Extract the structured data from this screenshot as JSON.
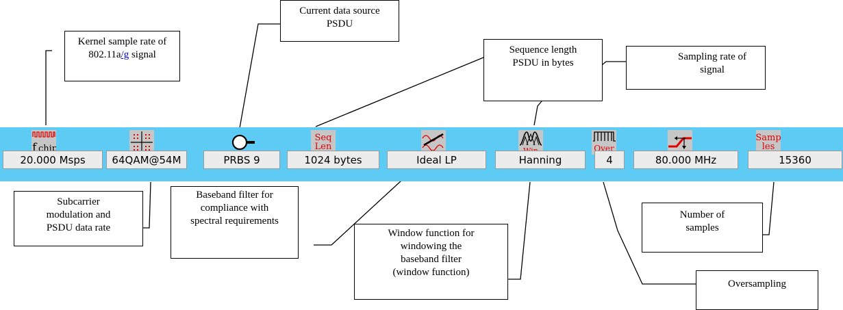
{
  "callouts": {
    "kernel_rate": {
      "text": "Kernel sample rate of\n802.11a",
      "link": "/g",
      "suffix": " signal"
    },
    "data_source": "Current data source\nPSDU",
    "seq_length": "Sequence length\nPSDU in bytes",
    "sampling_rate": "Sampling rate of\nsignal",
    "subcarrier": "Subcarrier\nmodulation and\nPSDU data rate",
    "baseband_filter": "Baseband filter for\ncompliance with\nspectral requirements",
    "window_function": "Window function for\nwindowing the\nbaseband filter\n(window function)",
    "num_samples": "Number of\nsamples",
    "oversampling": "Oversampling"
  },
  "toolbar": {
    "icons": {
      "fchip_main": "f",
      "fchip_sub": "chip",
      "seq_len": "Seq\nLen",
      "win": "Win",
      "over": "Over",
      "samples": "Samp\nles"
    },
    "fields": {
      "chip_rate": "20.000 Msps",
      "modulation": "64QAM@54M",
      "data_source": "PRBS 9",
      "seq_len": "1024 bytes",
      "filter": "Ideal LP",
      "window": "Hanning",
      "oversampling": "4",
      "sample_rate": "80.000 MHz",
      "samples": "15360"
    }
  },
  "colors": {
    "toolbar_bg": "#5ecbf5",
    "icon_bg": "#c6c6c6",
    "icon_red": "#e00000",
    "field_bg": "#ececec",
    "link": "#0000ee"
  }
}
